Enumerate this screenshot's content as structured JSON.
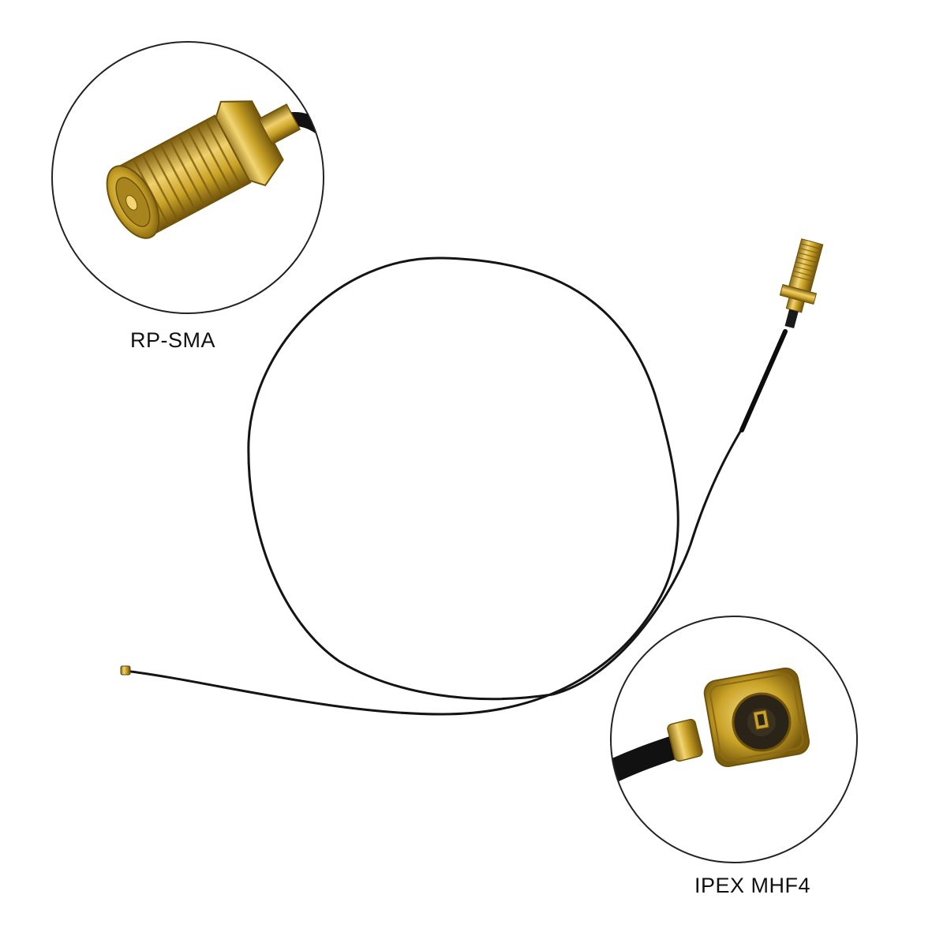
{
  "callouts": [
    {
      "id": "rp-sma",
      "label": "RP-SMA"
    },
    {
      "id": "ipex-mhf4",
      "label": "IPEX MHF4"
    }
  ],
  "colors": {
    "background": "#ffffff",
    "cable": "#141414",
    "gold": "#c9a227",
    "gold_dark": "#8a6a12",
    "gold_light": "#f2d572",
    "circle_outline": "#222222"
  }
}
